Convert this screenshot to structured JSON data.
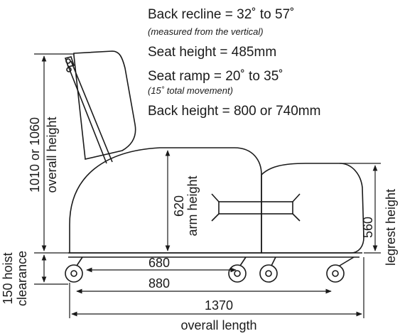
{
  "specs": {
    "back_recline": "Back recline = 32˚ to 57˚",
    "back_recline_note": "(measured from the vertical)",
    "seat_height": "Seat height = 485mm",
    "seat_ramp": "Seat ramp = 20˚ to 35˚",
    "seat_ramp_note": "(15˚ total movement)",
    "back_height": "Back height = 800 or 740mm"
  },
  "dimensions": {
    "overall_height_value": "1010 or 1060",
    "overall_height_label": "overall height",
    "arm_height_value": "620",
    "arm_height_label": "arm height",
    "legrest_height_value": "560",
    "legrest_height_label": "legrest height",
    "hoist_clearance_value": "150  hoist",
    "hoist_clearance_label": "clearance",
    "seat_depth_value": "680",
    "wheelbase_value": "880",
    "overall_length_value": "1370",
    "overall_length_label": "overall length"
  },
  "colors": {
    "line": "#1a1a1a",
    "background": "#ffffff"
  }
}
